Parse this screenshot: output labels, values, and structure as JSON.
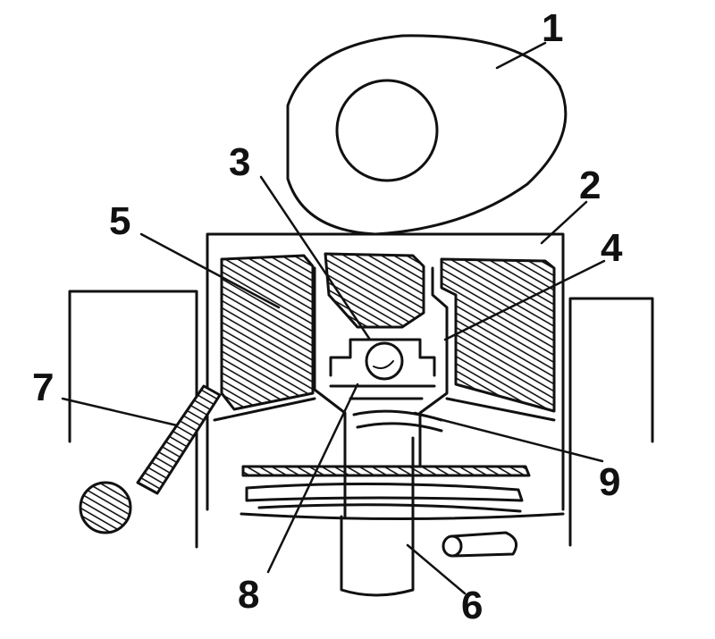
{
  "labels": [
    "1",
    "2",
    "3",
    "4",
    "5",
    "6",
    "7",
    "8",
    "9"
  ],
  "colors": {
    "ink": "#111111",
    "paper": "#ffffff"
  }
}
